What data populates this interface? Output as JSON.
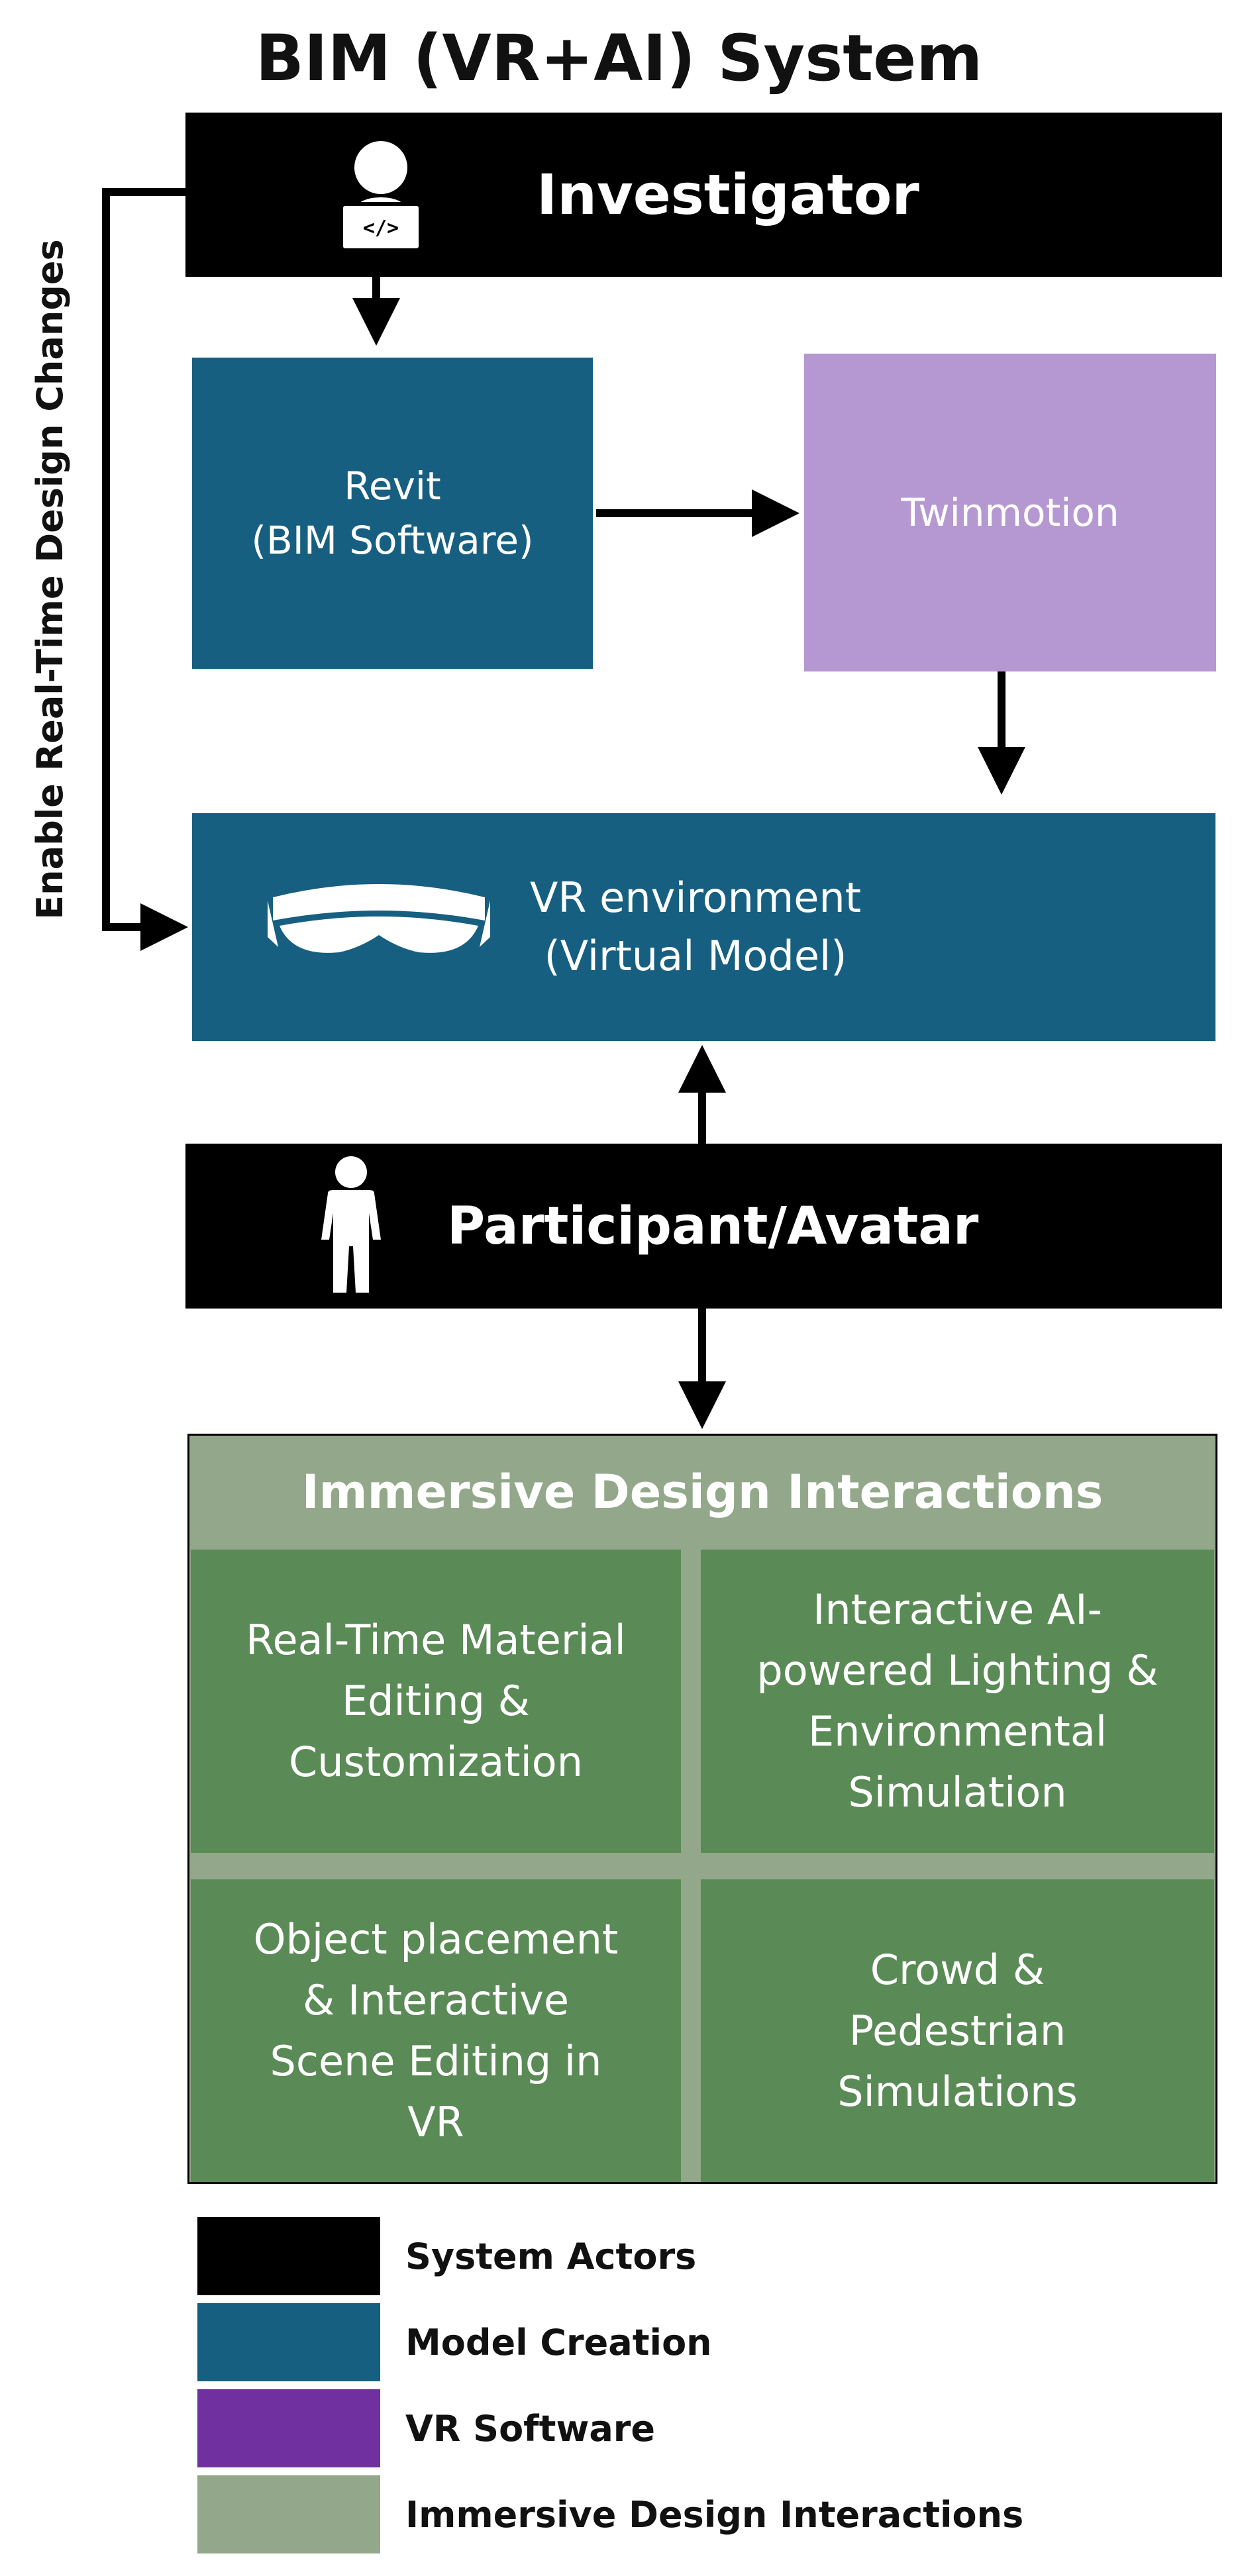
{
  "title": "BIM (VR+AI) System",
  "side_label": "Enable Real-Time Design Changes",
  "investigator": {
    "label": "Investigator",
    "icon": "developer-laptop-icon"
  },
  "revit": {
    "label": "Revit\n(BIM Software)"
  },
  "twinmotion": {
    "label": "Twinmotion"
  },
  "vr_environment": {
    "label": "VR environment\n(Virtual Model)",
    "icon": "vr-headset-icon"
  },
  "participant": {
    "label": "Participant/Avatar",
    "icon": "person-icon"
  },
  "interactions": {
    "title": "Immersive Design Interactions",
    "cells": [
      "Real-Time Material\nEditing &\nCustomization",
      "Interactive AI-\npowered Lighting  &\nEnvironmental\nSimulation",
      "Object placement\n& Interactive\nScene Editing in\nVR",
      "Crowd &\nPedestrian\nSimulations"
    ]
  },
  "legend": [
    {
      "label": "System Actors",
      "color": "#000000"
    },
    {
      "label": "Model Creation",
      "color": "#175f80"
    },
    {
      "label": "VR Software",
      "color": "#7030a0"
    },
    {
      "label": "Immersive Design Interactions",
      "color": "#93a88a"
    }
  ],
  "colors": {
    "actor": "#000000",
    "model": "#175f80",
    "twinmotion": "#b598d1",
    "panel_header": "#93a88a",
    "cell": "#5a8a55"
  }
}
